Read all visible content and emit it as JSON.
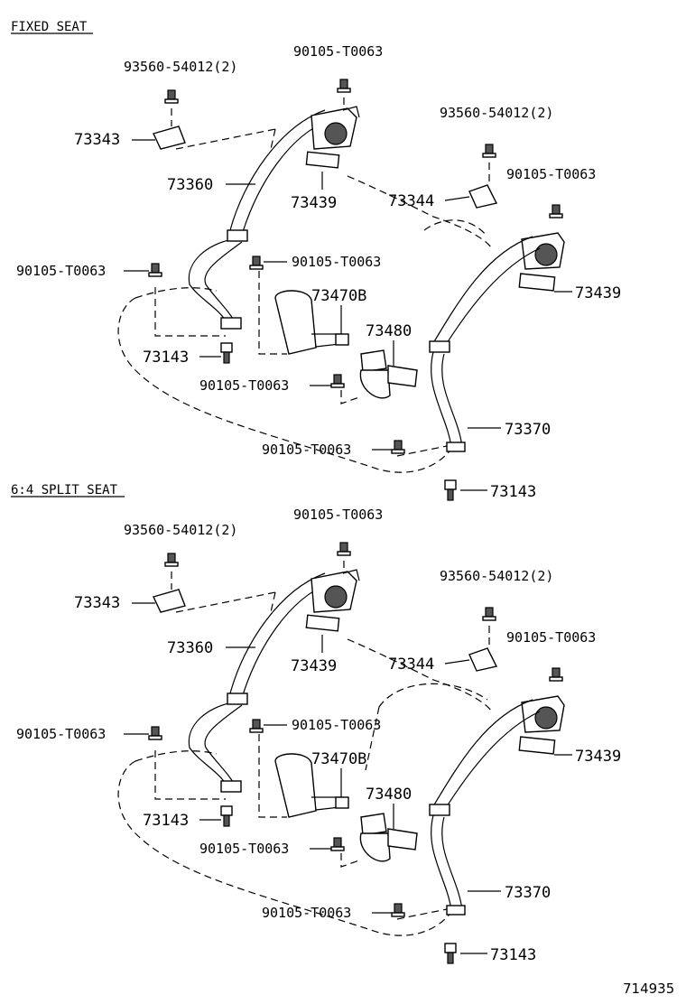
{
  "sections": [
    {
      "title": "FIXED SEAT",
      "labels": {
        "bolt_top_left": "93560-54012(2)",
        "bolt_top_center": "90105-T0063",
        "cover_left": "73343",
        "retractor_pad": "73439",
        "belt_left": "73360",
        "cover_right": "73344",
        "bolt_top_right": "93560-54012(2)",
        "bolt_right": "90105-T0063",
        "retractor_pad_right": "73439",
        "bolt_left": "90105-T0063",
        "bolt_mid": "90105-T0063",
        "buckle_b": "73470B",
        "buckle": "73480",
        "anchor_left": "73143",
        "bolt_lower": "90105-T0063",
        "belt_right": "73370",
        "bolt_bottom": "90105-T0063",
        "anchor_right": "73143"
      }
    },
    {
      "title": "6:4 SPLIT SEAT",
      "labels": {
        "bolt_top_left": "93560-54012(2)",
        "bolt_top_center": "90105-T0063",
        "cover_left": "73343",
        "retractor_pad": "73439",
        "belt_left": "73360",
        "cover_right": "73344",
        "bolt_top_right": "93560-54012(2)",
        "bolt_right": "90105-T0063",
        "retractor_pad_right": "73439",
        "bolt_left": "90105-T0063",
        "bolt_mid": "90105-T0063",
        "buckle_b": "73470B",
        "buckle": "73480",
        "anchor_left": "73143",
        "bolt_lower": "90105-T0063",
        "belt_right": "73370",
        "bolt_bottom": "90105-T0063",
        "anchor_right": "73143"
      }
    }
  ],
  "illustration_number": "714935"
}
